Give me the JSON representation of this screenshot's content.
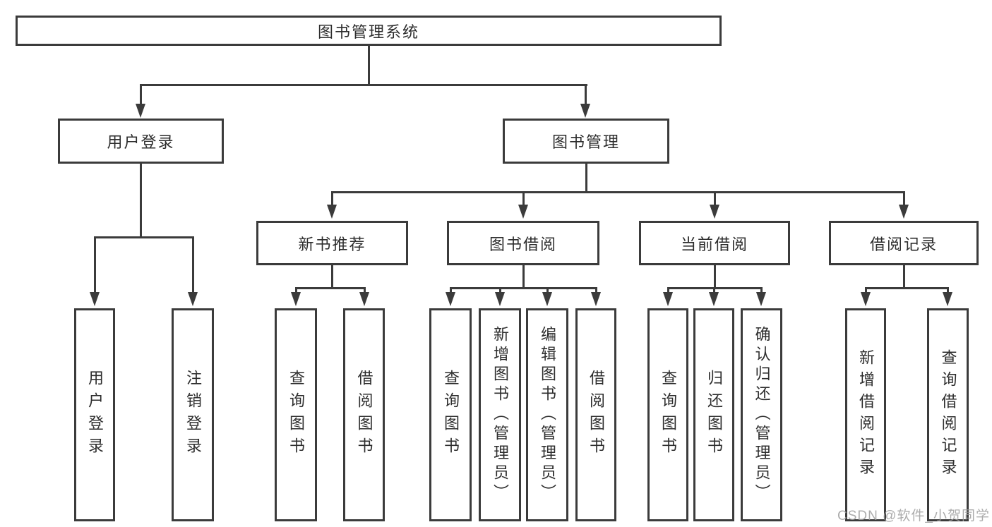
{
  "nodes": {
    "root": {
      "label": "图书管理系统"
    },
    "level2": [
      {
        "label": "用户登录"
      },
      {
        "label": "图书管理"
      }
    ],
    "level3": [
      {
        "label": "新书推荐"
      },
      {
        "label": "图书借阅"
      },
      {
        "label": "当前借阅"
      },
      {
        "label": "借阅记录"
      }
    ]
  },
  "leaves": {
    "user_login": [
      "用户登录",
      "注销登录"
    ],
    "new_book_recommend": [
      "查询图书",
      "借阅图书"
    ],
    "book_borrow": [
      "查询图书",
      "新增图书（管理员）",
      "编辑图书（管理员）",
      "借阅图书"
    ],
    "current_borrow": [
      "查询图书",
      "归还图书",
      "确认归还（管理员）"
    ],
    "borrow_records": [
      "新增借阅记录",
      "查询借阅记录"
    ]
  },
  "watermark": "CSDN @软件_小贺同学",
  "colors": {
    "line": "#3b3b3b",
    "text": "#2d2d2d",
    "background": "#ffffff",
    "watermark": "#9e9e9e"
  }
}
